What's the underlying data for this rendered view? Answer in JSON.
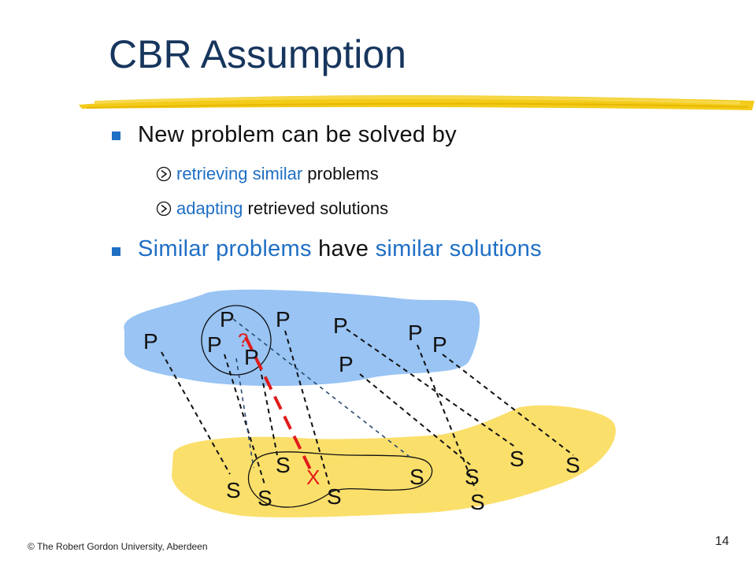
{
  "slide": {
    "title": "CBR Assumption",
    "bullets": [
      {
        "text": "New problem can be solved by"
      },
      {
        "parts": [
          "Similar problems",
          " have ",
          "similar solutions"
        ]
      }
    ],
    "subbullets": [
      {
        "highlight": "retrieving",
        "plain1": " ",
        "highlight2": "similar",
        "plain2": " problems"
      },
      {
        "highlight": "adapting",
        "plain1": " retrieved solutions"
      }
    ],
    "footer": "© The  Robert Gordon University,  Aberdeen",
    "page_number": "14"
  },
  "diagram": {
    "problem_label": "P",
    "solution_label": "S",
    "query_label": "?",
    "answer_label": "X",
    "colors": {
      "problem_space": "#99c4f4",
      "solution_space": "#fadf6b",
      "mapping_line": "#111111",
      "retrieval_line": "#2c4a6e",
      "adaptation_line": "#e11b1b",
      "bullet": "#1f6fc5",
      "title": "#17365d"
    }
  }
}
